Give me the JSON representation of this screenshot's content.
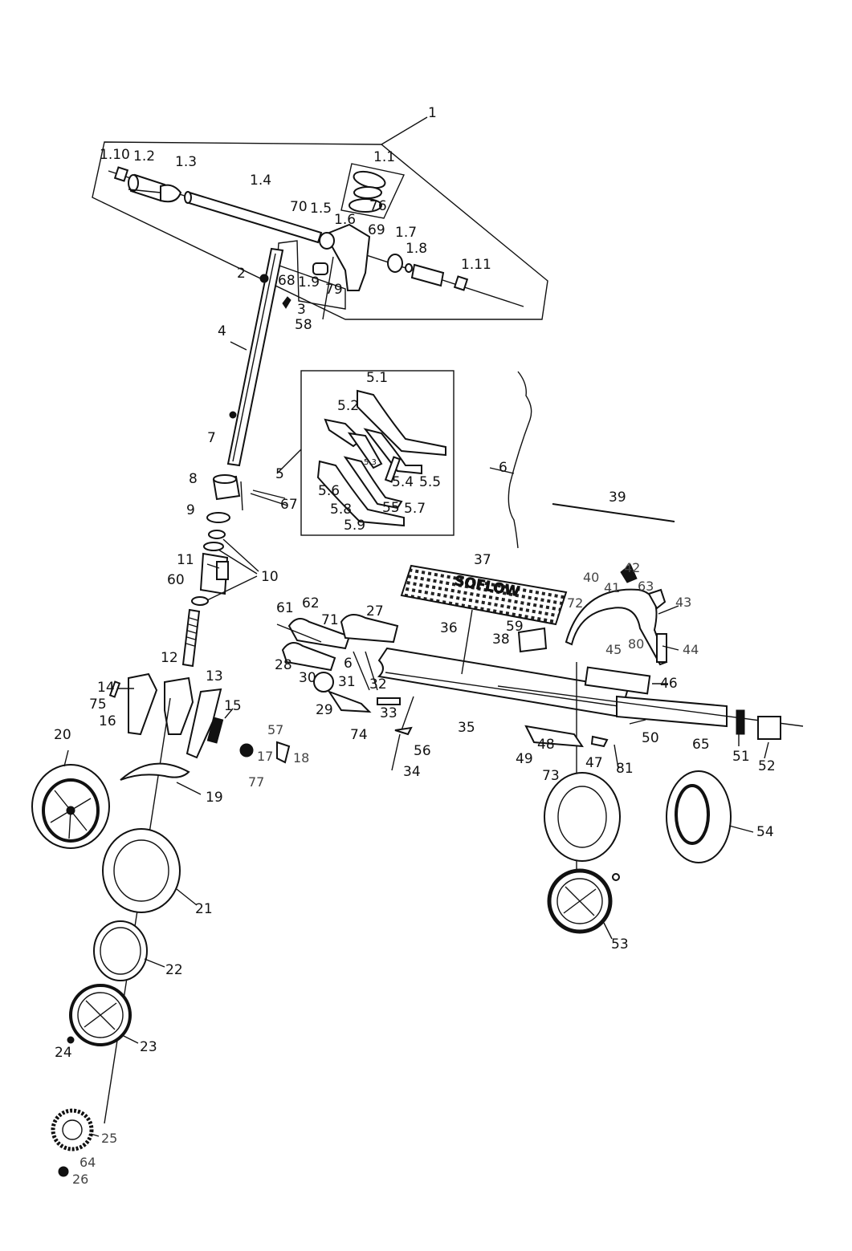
{
  "diagram": {
    "title": "Scooter exploded parts diagram",
    "deck_brand_text": "SOFLOW",
    "labels": [
      "1",
      "1.10",
      "1.2",
      "1.3",
      "1.4",
      "70",
      "1.5",
      "1.6",
      "1.1",
      "76",
      "69",
      "1.7",
      "1.8",
      "1.11",
      "2",
      "68",
      "1.9",
      "79",
      "3",
      "58",
      "4",
      "5.1",
      "5.2",
      "5.3",
      "5.4",
      "5.5",
      "5.6",
      "5.8",
      "55",
      "5.7",
      "5.9",
      "5",
      "6",
      "7",
      "8",
      "67",
      "9",
      "39",
      "10",
      "11",
      "60",
      "37",
      "36",
      "59",
      "38",
      "40",
      "41",
      "42",
      "63",
      "43",
      "72",
      "45",
      "80",
      "44",
      "61",
      "62",
      "71",
      "27",
      "28",
      "30",
      "6",
      "31",
      "32",
      "29",
      "33",
      "46",
      "35",
      "50",
      "12",
      "13",
      "14",
      "75",
      "16",
      "15",
      "57",
      "17",
      "18",
      "77",
      "74",
      "56",
      "34",
      "48",
      "49",
      "73",
      "47",
      "81",
      "65",
      "51",
      "52",
      "20",
      "19",
      "54",
      "21",
      "53",
      "22",
      "23",
      "24",
      "25",
      "64",
      "26"
    ]
  }
}
